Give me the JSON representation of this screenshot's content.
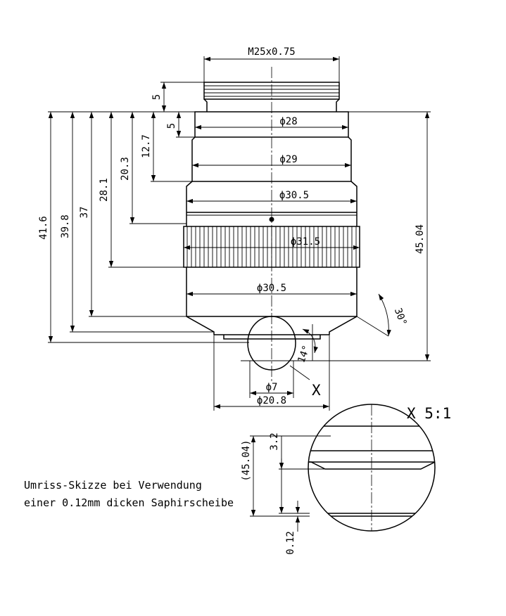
{
  "thread": "M25x0.75",
  "diameters": {
    "d28": "ϕ28",
    "d29": "ϕ29",
    "d30_5_upper": "ϕ30.5",
    "d31_5": "ϕ31.5",
    "d30_5_lower": "ϕ30.5",
    "d7": "ϕ7",
    "d20_8": "ϕ20.8"
  },
  "heights": {
    "h5_top": "5",
    "h5_second": "5",
    "h12_7": "12.7",
    "h20_3": "20.3",
    "h28_1": "28.1",
    "h37": "37",
    "h39_8": "39.8",
    "h41_6": "41.6",
    "h45_04": "45.04"
  },
  "angles": {
    "a30": "30°",
    "a14": "14°"
  },
  "detail": {
    "marker": "X",
    "title": "X 5:1",
    "ref_height": "(45.04)",
    "h3_2": "3.2",
    "h0_12": "0.12"
  },
  "note": {
    "line1": "Umriss-Skizze bei Verwendung",
    "line2": "einer 0.12mm dicken Saphirscheibe"
  }
}
